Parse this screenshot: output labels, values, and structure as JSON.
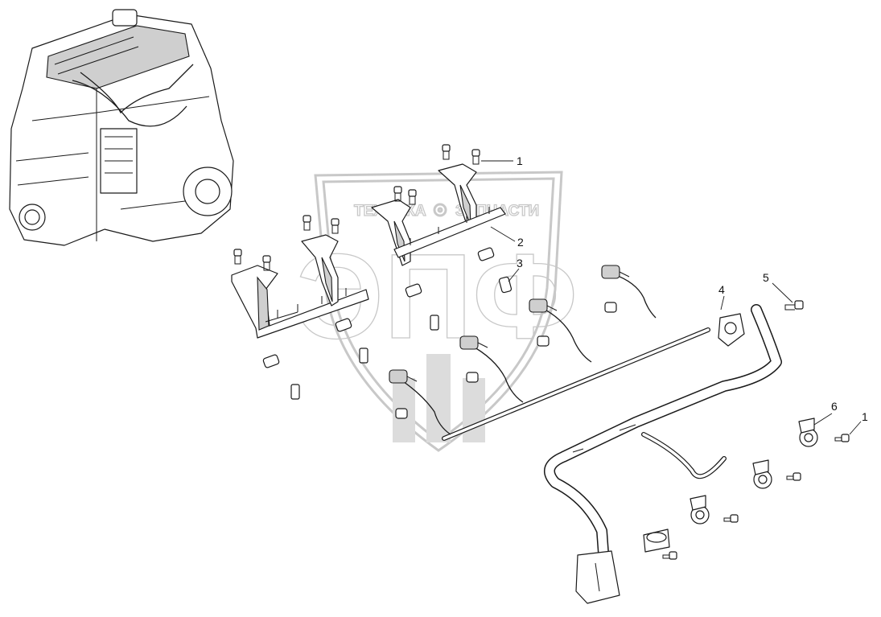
{
  "watermark": {
    "top_line_left": "ТЕХНИКА",
    "top_line_right": "ЗАПЧАСТИ",
    "logo": "ЭПФ"
  },
  "callouts": [
    {
      "id": "c1a",
      "label": "1"
    },
    {
      "id": "c2",
      "label": "2"
    },
    {
      "id": "c3",
      "label": "3"
    },
    {
      "id": "c4",
      "label": "4"
    },
    {
      "id": "c5",
      "label": "5"
    },
    {
      "id": "c6",
      "label": "6"
    },
    {
      "id": "c1b",
      "label": "1"
    }
  ]
}
